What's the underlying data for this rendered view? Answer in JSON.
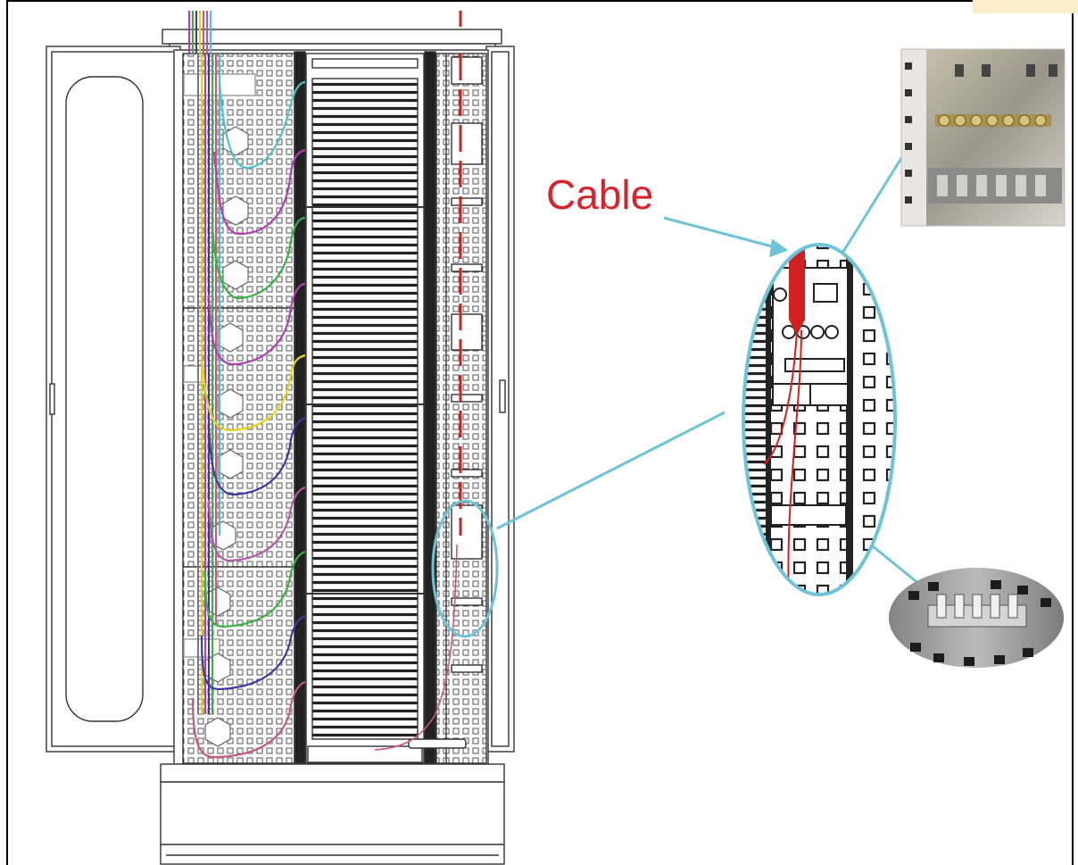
{
  "callout": {
    "label": "Cable",
    "label_color": "#d8222c",
    "leader_color": "#6ec3d6"
  },
  "colors": {
    "line_art": "#333333",
    "corner_tab": "#fbeec9",
    "cable_colors": [
      "#4fc3c9",
      "#b03fb4",
      "#3cb043",
      "#3a3aa0",
      "#e6d21c",
      "#c65a7c",
      "#b05aa8",
      "#d22020"
    ]
  },
  "figure": {
    "components": [
      "cabinet-front-view",
      "detail-magnifier-ellipse",
      "grounding-bar-photo",
      "cable-clamp-photo"
    ]
  }
}
